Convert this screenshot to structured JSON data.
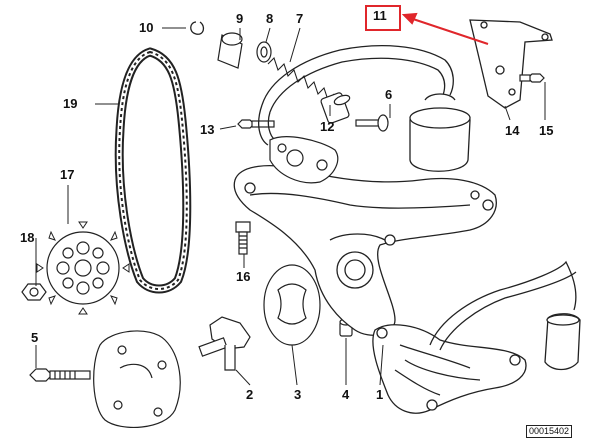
{
  "diagram": {
    "highlight_color": "#e0262b",
    "reference_number": "00015402",
    "callouts": {
      "p1": "1",
      "p2": "2",
      "p3": "3",
      "p4": "4",
      "p5": "5",
      "p6": "6",
      "p7": "7",
      "p8": "8",
      "p9": "9",
      "p10": "10",
      "p11": "11",
      "p12": "12",
      "p13": "13",
      "p14": "14",
      "p15": "15",
      "p16": "16",
      "p17": "17",
      "p18": "18",
      "p19": "19"
    }
  }
}
